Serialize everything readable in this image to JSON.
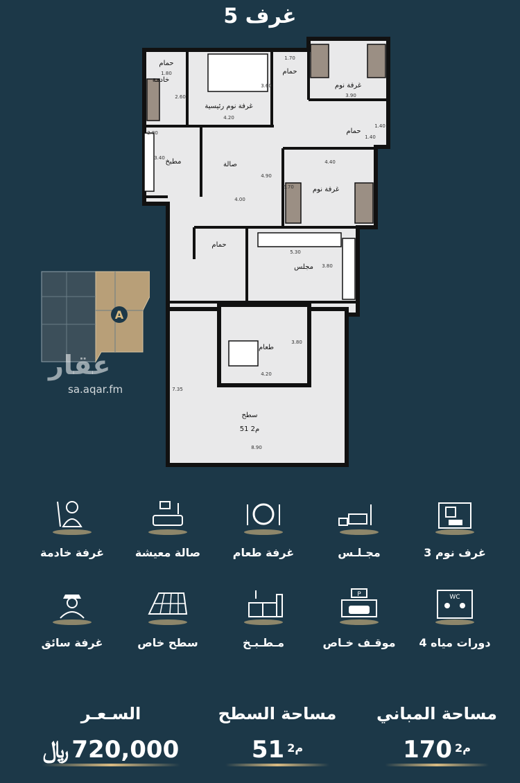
{
  "title": "5 غرف",
  "colors": {
    "background": "#1c3848",
    "accent": "#d9bb82",
    "plan_area": "#e8e8e8"
  },
  "floor_plan": {
    "rooms": {
      "bath1": "حمام",
      "maid": "خادمة",
      "master": "غرفة نوم رئيسية",
      "bath2": "حمام",
      "bed1": "غرفة نوم",
      "bath3": "حمام",
      "kitchen": "مطبخ",
      "hall": "صالة",
      "bed2": "غرفة نوم",
      "bath4": "حمام",
      "majlis": "مجلس",
      "dining": "طعام",
      "roof": "سطح",
      "roof_area": "51 م2"
    },
    "dims": [
      "1.80",
      "2.60",
      "4.20",
      "3.60",
      "1.70",
      "3.90",
      "1.40",
      "2.80",
      "3.40",
      "4.90",
      "4.00",
      "4.40",
      "5.70",
      "5.30",
      "3.80",
      "4.20",
      "3.80",
      "7.35",
      "8.90",
      "1.40"
    ]
  },
  "brand": {
    "name": "عقار",
    "site": "sa.aqar.fm",
    "block_label": "A"
  },
  "features": [
    {
      "icon": "bedroom-icon",
      "label": "3 غرف نوم"
    },
    {
      "icon": "majlis-icon",
      "label": "مجـلـس"
    },
    {
      "icon": "dining-icon",
      "label": "غرفة طعام"
    },
    {
      "icon": "living-icon",
      "label": "صالة معيشة"
    },
    {
      "icon": "maid-icon",
      "label": "غرفة خادمة"
    },
    {
      "icon": "wc-icon",
      "label": "4 دورات مياه"
    },
    {
      "icon": "parking-icon",
      "label": "موقـف خـاص"
    },
    {
      "icon": "kitchen-icon",
      "label": "مـطـبـخ"
    },
    {
      "icon": "roof-icon",
      "label": "سطح خاص"
    },
    {
      "icon": "driver-icon",
      "label": "غرفة سائق"
    }
  ],
  "stats": {
    "building": {
      "label": "مساحة المباني",
      "value": "170",
      "unit": "م2"
    },
    "roof": {
      "label": "مساحة السطح",
      "value": "51",
      "unit": "م2"
    },
    "price": {
      "label": "السـعـر",
      "value": "720,000",
      "currency": "﷼"
    }
  }
}
